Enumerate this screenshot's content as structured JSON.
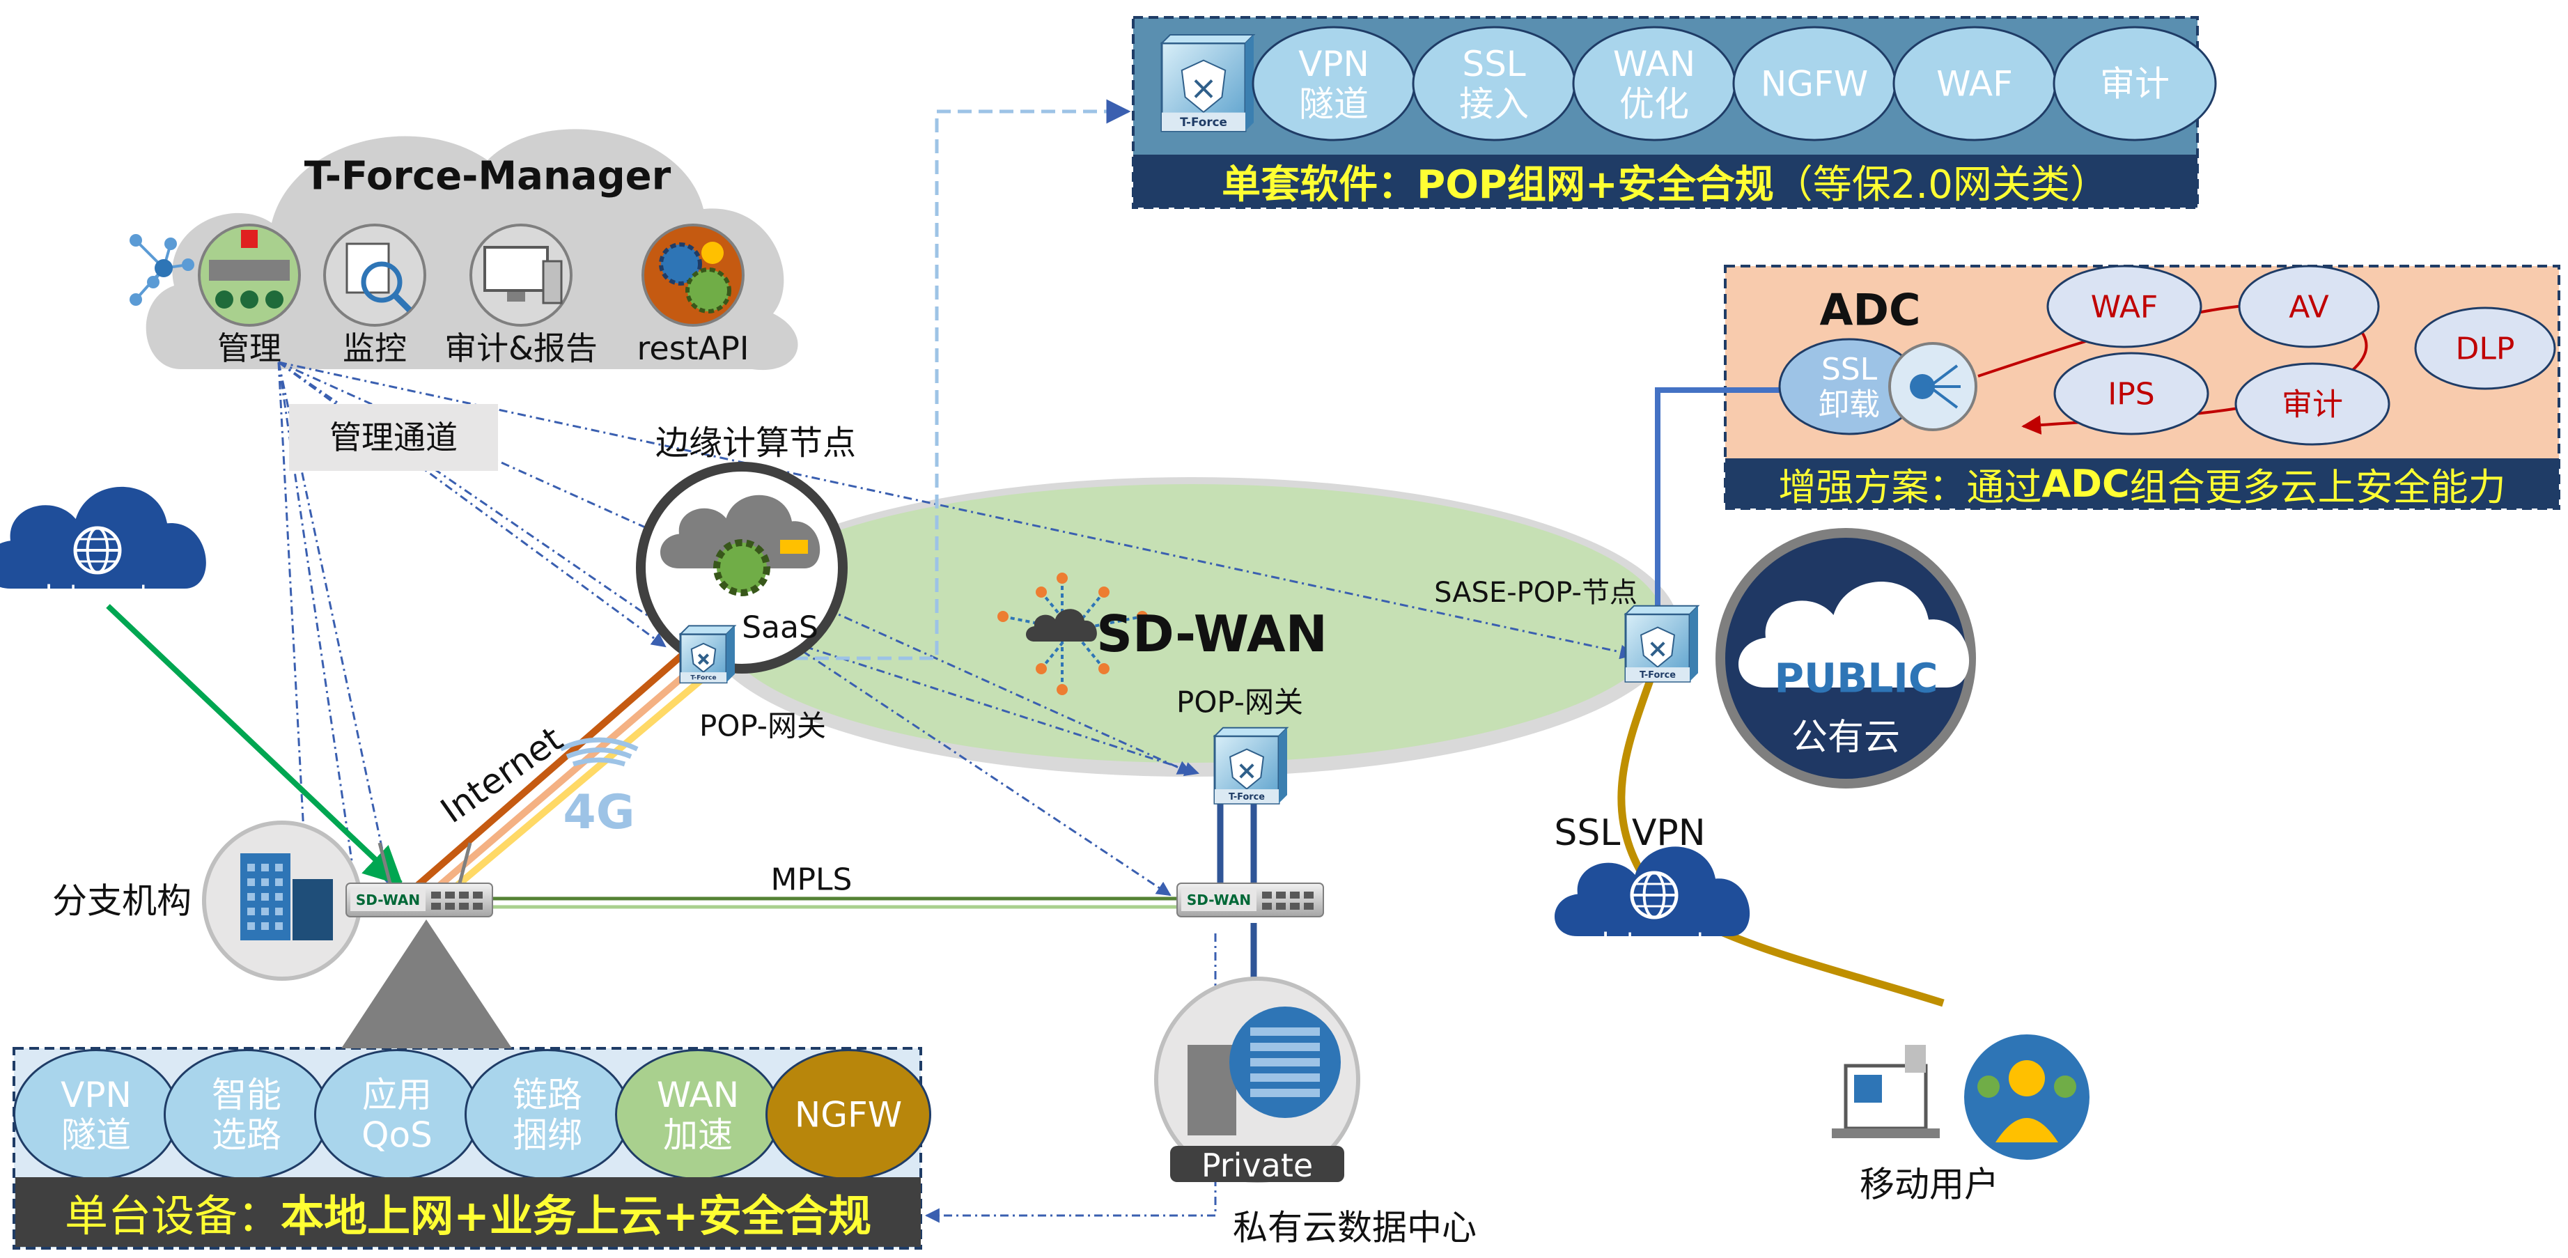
{
  "manager": {
    "title": "T-Force-Manager",
    "tools": [
      {
        "label": "管理",
        "icon": "management-console-icon"
      },
      {
        "label": "监控",
        "icon": "monitoring-magnifier-icon"
      },
      {
        "label": "审计&报告",
        "icon": "audit-report-computer-icon"
      },
      {
        "label": "restAPI",
        "icon": "api-gears-icon"
      }
    ],
    "channel_label": "管理通道"
  },
  "pop_software": {
    "features": [
      "VPN\n隧道",
      "SSL\n接入",
      "WAN\n优化",
      "NGFW",
      "WAF",
      "审计"
    ],
    "device_label": "T-Force",
    "banner_prefix": "单套软件：",
    "banner_bold": "POP组网+安全合规",
    "banner_suffix": "（等保2.0网关类）"
  },
  "adc": {
    "title": "ADC",
    "ssl_label": "SSL\n卸载",
    "modules": [
      "WAF",
      "AV",
      "DLP",
      "IPS",
      "审计"
    ],
    "banner_prefix": "增强方案：通过",
    "banner_bold": "ADC",
    "banner_suffix": "组合更多云上安全能力"
  },
  "network": {
    "sdwan_label": "SD-WAN",
    "edge_label": "边缘计算节点",
    "saas_label": "SaaS",
    "pop_gateway_left": "POP-网关",
    "pop_gateway_center": "POP-网关",
    "sase_pop_label": "SASE-POP-节点",
    "public_cloud_badge": "PUBLIC",
    "public_cloud_label": "公有云",
    "internet_cloud_label": "Internet",
    "internet_link_label": "Internet",
    "lte_label": "4G",
    "mpls_label": "MPLS",
    "ssl_vpn_label": "SSL VPN",
    "mobile_internet_label": "Internet",
    "branch_label": "分支机构",
    "cpe_label": "SD-WAN",
    "private_label": "Private",
    "datacenter_label": "私有云数据中心",
    "mobile_user_label": "移动用户"
  },
  "cpe_features": {
    "features": [
      "VPN\n隧道",
      "智能\n选路",
      "应用\nQoS",
      "链路\n捆绑",
      "WAN\n加速",
      "NGFW"
    ],
    "banner_prefix": "单台设备：",
    "banner_bold": "本地上网+业务上云+安全合规"
  },
  "colors": {
    "sdwan_fill": "#c6e0b4",
    "feature_bubble": "#a9d5ec",
    "wan_bubble": "#a9d08e",
    "ngfw_bubble": "#b8860b",
    "banner_bg": "#1f3c66",
    "banner_text": "#ffff33",
    "adc_panel": "#f8cbad",
    "adc_module": "#dae3f3",
    "adc_module_text": "#c00000",
    "mpls_line": "#548235",
    "internet_line": "#00a651",
    "fiber_line": "#bf8f00"
  }
}
